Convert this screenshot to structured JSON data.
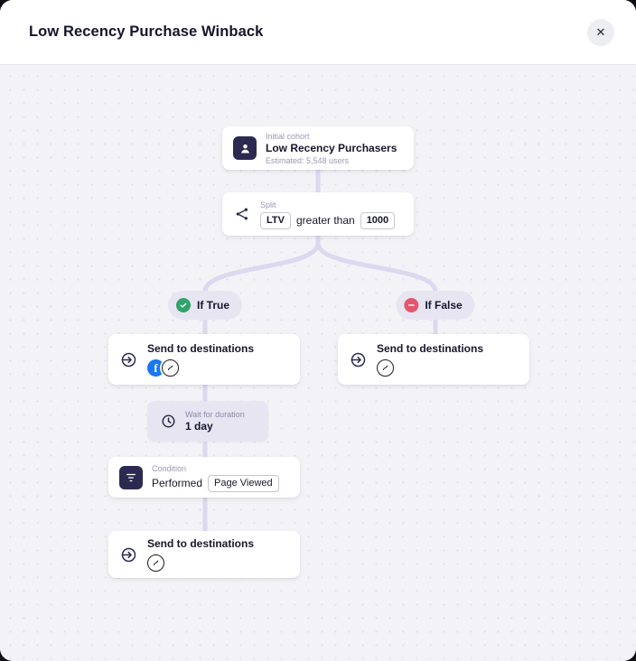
{
  "header": {
    "title": "Low Recency Purchase Winback",
    "close": "✕"
  },
  "canvas": {
    "initial_cohort": {
      "label": "Initial cohort",
      "title": "Low Recency Purchasers",
      "estimate": "Estimated: 5,548 users",
      "icon": "user-icon"
    },
    "split": {
      "label": "Split",
      "operand": "LTV",
      "operator": "greater than",
      "value": "1000",
      "icon": "split-icon"
    },
    "if_true": {
      "label": "If True",
      "icon": "check-circle-icon",
      "color": "#2fa36b"
    },
    "if_false": {
      "label": "If False",
      "icon": "minus-circle-icon",
      "color": "#e4566d"
    },
    "send_true": {
      "title": "Send to destinations",
      "icon": "send-icon",
      "destination_icons": [
        "facebook-icon",
        "destination-icon"
      ]
    },
    "send_false": {
      "title": "Send to destinations",
      "icon": "send-icon",
      "destination_icons": [
        "destination-icon"
      ]
    },
    "wait": {
      "label": "Wait for duration",
      "value": "1 day",
      "icon": "clock-icon"
    },
    "condition": {
      "label": "Condition",
      "text": "Performed",
      "event": "Page Viewed",
      "icon": "filter-icon"
    },
    "send_final": {
      "title": "Send to destinations",
      "icon": "send-icon",
      "destination_icons": [
        "destination-icon"
      ]
    }
  },
  "colors": {
    "connector": "#dcd8ee",
    "true_accent": "#2fa36b",
    "false_accent": "#e4566d",
    "facebook_blue": "#1877f2",
    "node_icon_navy": "#2b2b52"
  }
}
